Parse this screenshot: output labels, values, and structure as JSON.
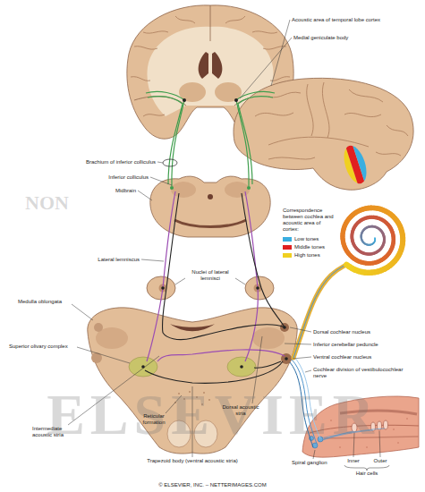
{
  "diagram": {
    "labels": [
      "Acoustic area of temporal lobe cortex",
      "Medial geniculate body",
      "Brachium of inferior colliculus",
      "Inferior colliculus",
      "Midbrain",
      "NON",
      "Correspondence between cochlea and acoustic area of cortex:",
      "Lateral lemniscus",
      "Nuclei of lateral lemnisci",
      "Medulla oblongata",
      "Dorsal cochlear nucleus",
      "Inferior cerebellar peduncle",
      "Superior olivary complex",
      "Ventral cochlear nucleus",
      "Cochlear division of vestibulocochlear nerve",
      "ELSEVIER",
      "Dorsal acoustic stria",
      "Reticular formation",
      "Intermediate acoustic stria",
      "Inner",
      "Outer",
      "Spiral ganglion",
      "Trapezoid body (ventral acoustic stria)",
      "Hair cells",
      "© ELSEVIER, INC. – NETTERIMAGES.COM"
    ],
    "legend": [
      {
        "text": "Low tones",
        "color": "#3aaee0"
      },
      {
        "text": "Middle tones",
        "color": "#e02020"
      },
      {
        "text": "High tones",
        "color": "#f0d020"
      }
    ]
  }
}
